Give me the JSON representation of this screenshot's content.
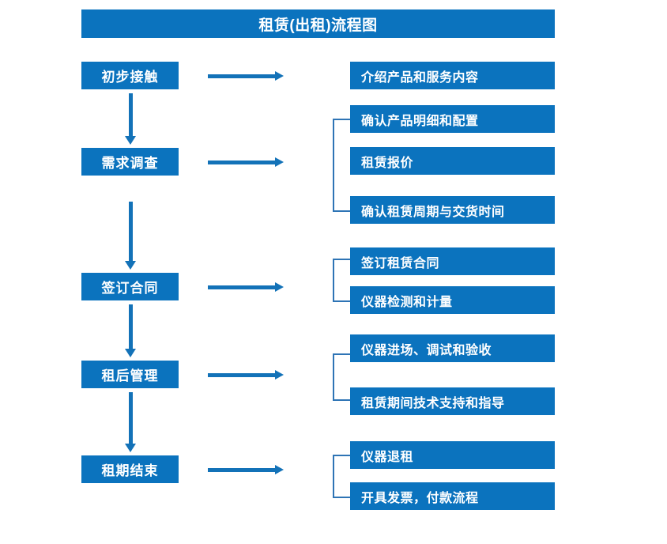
{
  "title": "租赁(出租)流程图",
  "colors": {
    "box_fill": "#0B73BE",
    "box_text": "#FFFFFF",
    "arrow": "#1372B8",
    "bracket": "#2E74B5",
    "background": "#FFFFFF"
  },
  "stages": [
    {
      "label": "初步接触"
    },
    {
      "label": "需求调查"
    },
    {
      "label": "签订合同"
    },
    {
      "label": "租后管理"
    },
    {
      "label": "租期结束"
    }
  ],
  "details": [
    {
      "label": "介绍产品和服务内容"
    },
    {
      "label": "确认产品明细和配置"
    },
    {
      "label": "租赁报价"
    },
    {
      "label": "确认租赁周期与交货时间"
    },
    {
      "label": "签订租赁合同"
    },
    {
      "label": "仪器检测和计量"
    },
    {
      "label": "仪器进场、调试和验收"
    },
    {
      "label": "租赁期间技术支持和指导"
    },
    {
      "label": "仪器退租"
    },
    {
      "label": "开具发票，付款流程"
    }
  ],
  "groups": [
    {
      "stage": "初步接触",
      "details": [
        "介绍产品和服务内容"
      ]
    },
    {
      "stage": "需求调查",
      "details": [
        "确认产品明细和配置",
        "租赁报价",
        "确认租赁周期与交货时间"
      ]
    },
    {
      "stage": "签订合同",
      "details": [
        "签订租赁合同",
        "仪器检测和计量"
      ]
    },
    {
      "stage": "租后管理",
      "details": [
        "仪器进场、调试和验收",
        "租赁期间技术支持和指导"
      ]
    },
    {
      "stage": "租期结束",
      "details": [
        "仪器退租",
        "开具发票，付款流程"
      ]
    }
  ]
}
